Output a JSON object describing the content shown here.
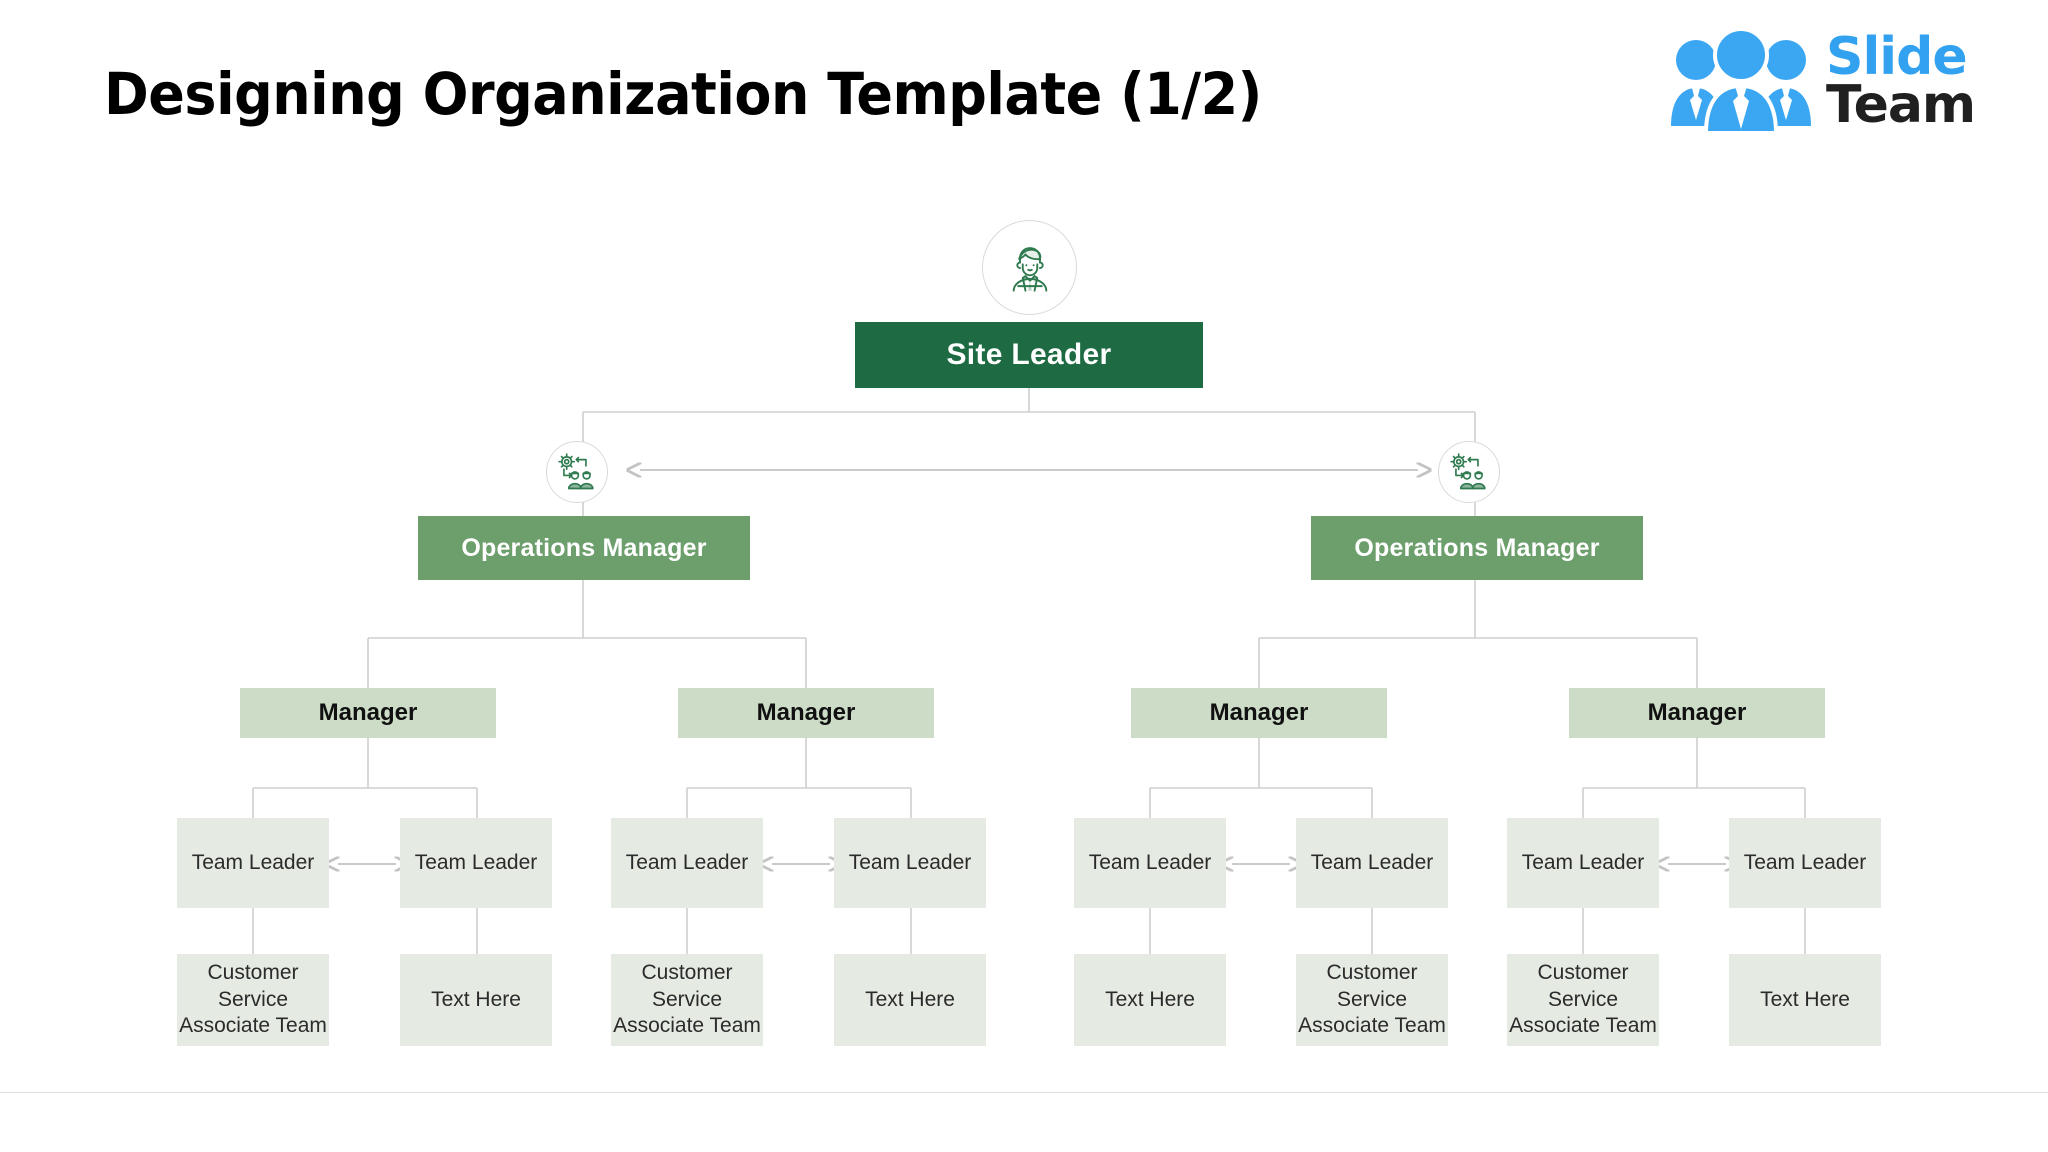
{
  "header": {
    "title": "Designing Organization Template (1/2)",
    "logo": {
      "name": "slideteam-logo",
      "word_primary": "Slide",
      "word_secondary": "Team",
      "color_primary": "#32a2f0",
      "color_secondary": "#202020"
    }
  },
  "theme": {
    "level1_bg": "#1e6b43",
    "level2_bg": "#6d9f6d",
    "level3_bg": "#ccdcc7",
    "level4_bg": "#e5ebe3",
    "connector": "#cfcfcf",
    "icon_stroke": "#2f7a4f",
    "background": "#ffffff",
    "divider": "#dedde2"
  },
  "chart_data": {
    "type": "diagram",
    "title": "Designing Organization Template (1/2)",
    "levels": [
      "Site Leader",
      "Operations Manager",
      "Manager",
      "Team Leader",
      "Associate Team"
    ],
    "nodes": {
      "site_leader": {
        "label": "Site Leader",
        "icon": "person-avatar-icon"
      },
      "ops_managers": [
        {
          "label": "Operations Manager",
          "icon": "gear-team-icon"
        },
        {
          "label": "Operations Manager",
          "icon": "gear-team-icon"
        }
      ],
      "managers": [
        {
          "label": "Manager"
        },
        {
          "label": "Manager"
        },
        {
          "label": "Manager"
        },
        {
          "label": "Manager"
        }
      ],
      "team_leaders": [
        {
          "label": "Team Leader"
        },
        {
          "label": "Team Leader"
        },
        {
          "label": "Team Leader"
        },
        {
          "label": "Team Leader"
        },
        {
          "label": "Team Leader"
        },
        {
          "label": "Team Leader"
        },
        {
          "label": "Team Leader"
        },
        {
          "label": "Team Leader"
        }
      ],
      "associates": [
        {
          "label": "Customer\nService\nAssociate Team",
          "line1": "Customer",
          "line2": "Service",
          "line3": "Associate Team"
        },
        {
          "label": "Text Here",
          "line1": "Text Here",
          "line2": "",
          "line3": ""
        },
        {
          "label": "Customer\nService\nAssociate Team",
          "line1": "Customer",
          "line2": "Service",
          "line3": "Associate Team"
        },
        {
          "label": "Text Here",
          "line1": "Text Here",
          "line2": "",
          "line3": ""
        },
        {
          "label": "Text Here",
          "line1": "Text Here",
          "line2": "",
          "line3": ""
        },
        {
          "label": "Customer\nService\nAssociate Team",
          "line1": "Customer",
          "line2": "Service",
          "line3": "Associate Team"
        },
        {
          "label": "Customer\nService\nAssociate Team",
          "line1": "Customer",
          "line2": "Service",
          "line3": "Associate Team"
        },
        {
          "label": "Text Here",
          "line1": "Text Here",
          "line2": "",
          "line3": ""
        }
      ]
    },
    "lateral_arrows": [
      {
        "from": "ops-manager-left-icon",
        "to": "ops-manager-right-icon",
        "style": "double-headed"
      },
      {
        "from": "team-leader-1",
        "to": "team-leader-2",
        "style": "double-headed"
      },
      {
        "from": "team-leader-3",
        "to": "team-leader-4",
        "style": "double-headed"
      },
      {
        "from": "team-leader-5",
        "to": "team-leader-6",
        "style": "double-headed"
      },
      {
        "from": "team-leader-7",
        "to": "team-leader-8",
        "style": "double-headed"
      }
    ]
  }
}
